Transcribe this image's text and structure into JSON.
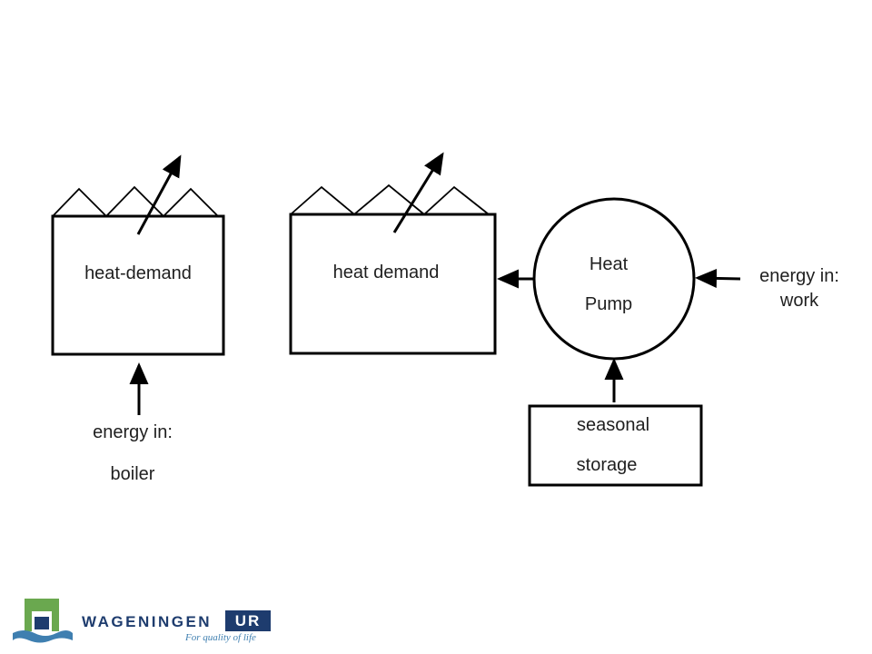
{
  "labels": {
    "heat_demand_1": "heat-demand",
    "heat_demand_2": "heat demand",
    "heat_pump_line1": "Heat",
    "heat_pump_line2": "Pump",
    "energy_work_line1": "energy in:",
    "energy_work_line2": "work",
    "energy_boiler_line1": "energy in:",
    "energy_boiler_line2": "boiler",
    "storage_line1": "seasonal",
    "storage_line2": "storage"
  },
  "logo": {
    "wordmark": "WAGENINGEN",
    "ur": "UR",
    "tagline": "For quality of life",
    "colors": {
      "navy": "#1e3c6e",
      "green": "#6aa84f",
      "blue": "#3f7fb0"
    }
  }
}
